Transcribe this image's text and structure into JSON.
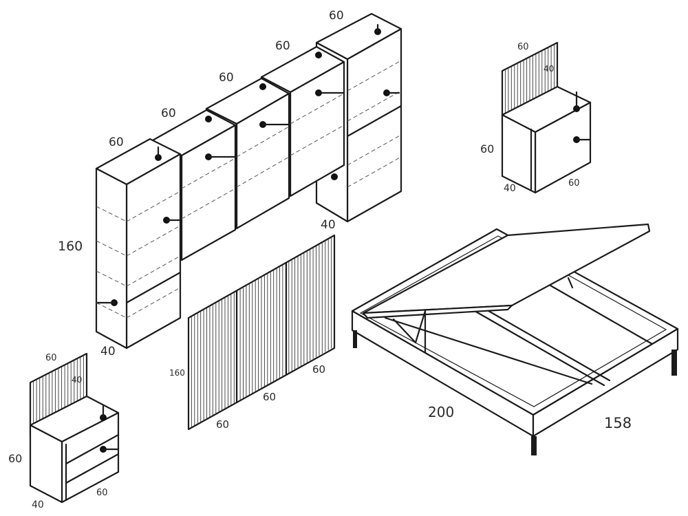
{
  "diagram": {
    "wardrobe_modules": [
      {
        "width_label": "60"
      },
      {
        "width_label": "60"
      },
      {
        "width_label": "60"
      },
      {
        "width_label": "60"
      },
      {
        "width_label": "60"
      }
    ],
    "wardrobe_height_label": "160",
    "wardrobe_depth_label": "40",
    "headboard": {
      "height_label": "160",
      "panel_width_labels": [
        "60",
        "60",
        "60"
      ]
    },
    "nightstand_top": {
      "panel_width_label": "60",
      "panel_height_label": "40",
      "height_label": "60",
      "depth_label": "40",
      "width_label": "60"
    },
    "nightstand_bottom": {
      "panel_width_label": "60",
      "panel_height_label": "40",
      "height_label": "60",
      "depth_label": "40",
      "width_label": "60"
    },
    "bed": {
      "length_label": "200",
      "width_label": "158"
    }
  }
}
